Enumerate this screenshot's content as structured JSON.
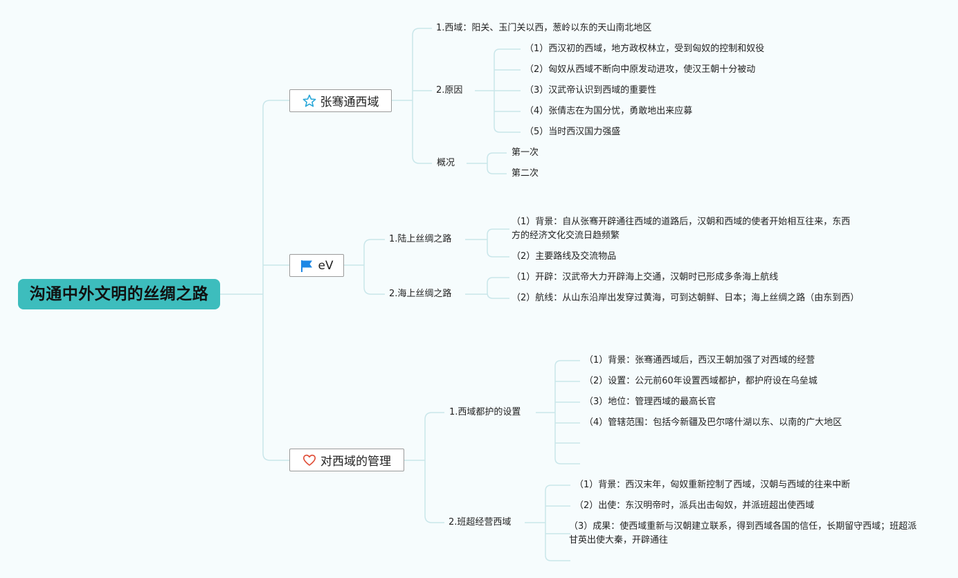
{
  "root": {
    "title": "沟通中外文明的丝绸之路"
  },
  "branches": [
    {
      "label": "张骞通西域",
      "icon": "star-icon",
      "children": [
        {
          "label": "1.西域：阳关、玉门关以西，葱岭以东的天山南北地区"
        },
        {
          "label": "2.原因",
          "items": [
            "（1）西汉初的西域，地方政权林立，受到匈奴的控制和奴役",
            "（2）匈奴从西域不断向中原发动进攻，使汉王朝十分被动",
            "（3）汉武帝认识到西域的重要性",
            "（4）张倩志在为国分忧，勇敢地出来应募",
            "（5）当时西汉国力强盛"
          ]
        },
        {
          "label": "概况",
          "items": [
            "第一次",
            "第二次"
          ]
        }
      ]
    },
    {
      "label": "eV",
      "icon": "flag-icon",
      "children": [
        {
          "label": "1.陆上丝绸之路",
          "items": [
            "（1）背景：自从张骞开辟通往西域的道路后，汉朝和西域的使者开始相互往来，东西方的经济文化交流日趋频繁",
            "（2）主要路线及交流物品"
          ]
        },
        {
          "label": "2.海上丝绸之路",
          "items": [
            "（1）开辟：汉武帝大力开辟海上交通，汉朝时已形成多条海上航线",
            "（2）航线：从山东沿岸出发穿过黄海，可到达朝鲜、日本；海上丝绸之路（由东到西）"
          ]
        }
      ]
    },
    {
      "label": "对西域的管理",
      "icon": "heart-icon",
      "children": [
        {
          "label": "1.西域都护的设置",
          "items": [
            "（1）背景：张骞通西域后，西汉王朝加强了对西域的经营",
            "（2）设置：公元前60年设置西域都护，都护府设在乌垒城",
            "（3）地位：管理西域的最高长官",
            "（4）管辖范围：包括今新疆及巴尔喀什湖以东、以南的广大地区",
            "",
            ""
          ]
        },
        {
          "label": "2.班超经营西域",
          "items": [
            "（1）背景：西汉末年，匈奴重新控制了西域，汉朝与西域的往来中断",
            "（2）出使：东汉明帝时，派兵出击匈奴，并派班超出使西域",
            "（3）成果：使西域重新与汉朝建立联系，得到西域各国的信任，长期留守西域；班超派甘英出使大秦，开辟通往",
            ""
          ]
        }
      ]
    }
  ],
  "colors": {
    "root_bg": "#3dbdbd",
    "line": "#c9e6ea",
    "star": "#2aa7d8",
    "flag": "#1e88e5",
    "heart": "#e0503a",
    "bg": "#f6fcfd"
  }
}
